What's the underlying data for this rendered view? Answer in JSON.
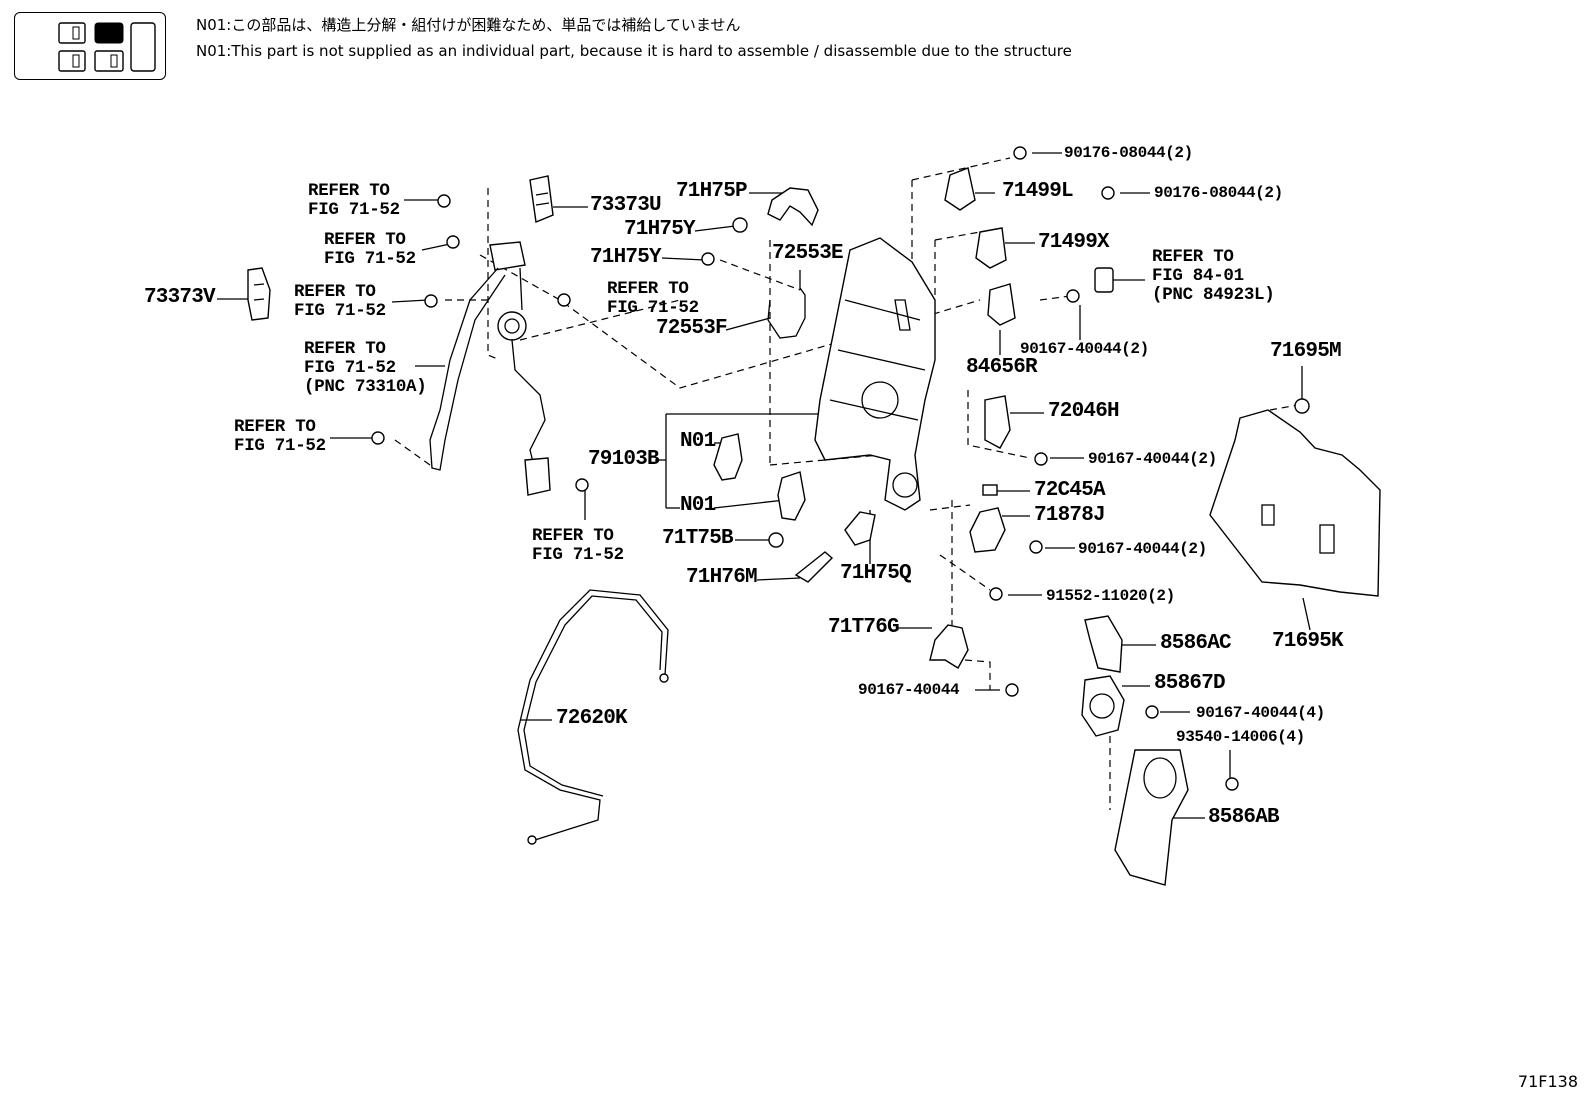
{
  "header": {
    "note_jp": "N01:この部品は、構造上分解・組付けが困難なため、単品では補給していません",
    "note_en": "N01:This part is not supplied as an individual part, because it is hard to assemble / disassemble due to the structure"
  },
  "figure_code": "71F138",
  "labels": {
    "refer_71_52_a": [
      "REFER TO",
      "FIG 71-52"
    ],
    "refer_71_52_b": [
      "REFER TO",
      "FIG 71-52"
    ],
    "refer_71_52_c": [
      "REFER TO",
      "FIG 71-52"
    ],
    "refer_71_52_d": [
      "REFER TO",
      "FIG 71-52"
    ],
    "refer_71_52_pnc": [
      "REFER TO",
      "FIG 71-52",
      "(PNC 73310A)"
    ],
    "refer_71_52_e": [
      "REFER TO",
      "FIG 71-52"
    ],
    "refer_71_52_f": [
      "REFER TO",
      "FIG 71-52"
    ],
    "refer_84_01": [
      "REFER TO",
      "FIG 84-01",
      "(PNC 84923L)"
    ],
    "p73373V": "73373V",
    "p73373U": "73373U",
    "p71H75P": "71H75P",
    "p71H75Y_a": "71H75Y",
    "p71H75Y_b": "71H75Y",
    "p72553E": "72553E",
    "p72553F": "72553F",
    "p79103B": "79103B",
    "pN01_a": "N01",
    "pN01_b": "N01",
    "p71T75B": "71T75B",
    "p71H76M": "71H76M",
    "p71H75Q": "71H75Q",
    "p71T76G": "71T76G",
    "p90167_40044": "90167-40044",
    "p72620K": "72620K",
    "p90176_08044_a": "90176-08044(2)",
    "p90176_08044_b": "90176-08044(2)",
    "p71499L": "71499L",
    "p71499X": "71499X",
    "p90167_40044_2a": "90167-40044(2)",
    "p84656R": "84656R",
    "p72046H": "72046H",
    "p90167_40044_2b": "90167-40044(2)",
    "p72C45A": "72C45A",
    "p71878J": "71878J",
    "p90167_40044_2c": "90167-40044(2)",
    "p91552_11020": "91552-11020(2)",
    "p8586AC": "8586AC",
    "p85867D": "85867D",
    "p90167_40044_4": "90167-40044(4)",
    "p93540_14006": "93540-14006(4)",
    "p8586AB": "8586AB",
    "p71695M": "71695M",
    "p71695K": "71695K"
  }
}
